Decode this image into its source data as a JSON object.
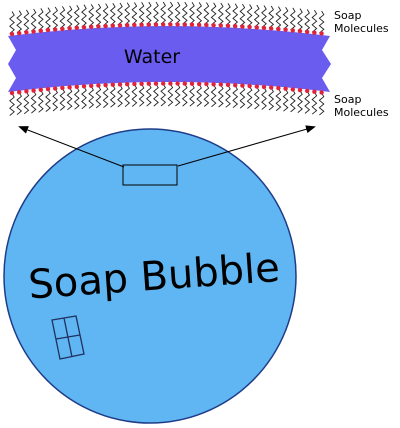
{
  "diagram": {
    "water_label": "Water",
    "upper_label_line1": "Soap",
    "upper_label_line2": "Molecules",
    "lower_label_line1": "Soap",
    "lower_label_line2": "Molecules",
    "bubble_label": "Soap Bubble"
  },
  "colors": {
    "water_band": "#6b5cf0",
    "molecule_head": "#e0243b",
    "molecule_tail": "#222222",
    "bubble_fill": "#5fb6f2",
    "bubble_outline": "#1f3c88",
    "arrow": "#000000",
    "window_pane": "#203060"
  },
  "icons": {
    "bubble_window": "window-pane-icon"
  }
}
